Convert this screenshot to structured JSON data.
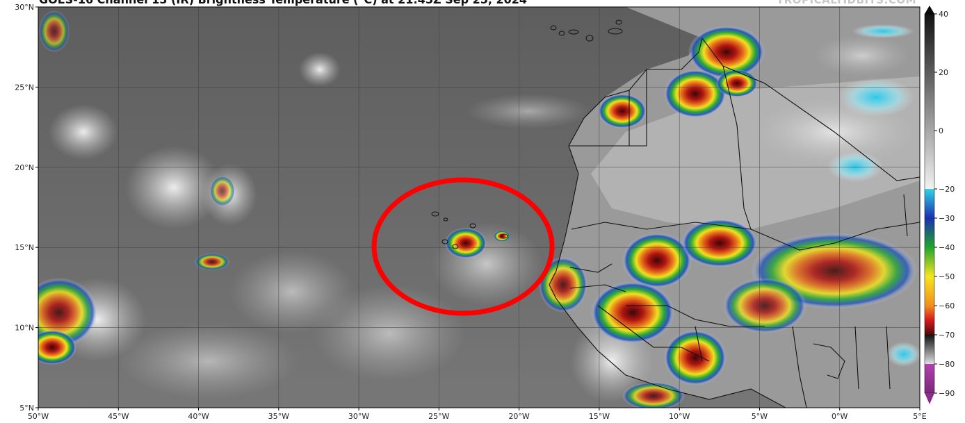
{
  "title": "GOES-16 Channel 13 (IR) Brightness Temperature (°C) at 21:45Z Sep 25, 2024",
  "watermark": "TROPICALTIDBITS.COM",
  "lat_labels": [
    {
      "value": 30,
      "text": "30°N"
    },
    {
      "value": 25,
      "text": "25°N"
    },
    {
      "value": 20,
      "text": "20°N"
    },
    {
      "value": 15,
      "text": "15°N"
    },
    {
      "value": 10,
      "text": "10°N"
    },
    {
      "value": 5,
      "text": "5°N"
    }
  ],
  "lon_labels": [
    {
      "value": -50,
      "text": "50°W"
    },
    {
      "value": -45,
      "text": "45°W"
    },
    {
      "value": -40,
      "text": "40°W"
    },
    {
      "value": -35,
      "text": "35°W"
    },
    {
      "value": -30,
      "text": "30°W"
    },
    {
      "value": -25,
      "text": "25°W"
    },
    {
      "value": -20,
      "text": "20°W"
    },
    {
      "value": -15,
      "text": "15°W"
    },
    {
      "value": -10,
      "text": "10°W"
    },
    {
      "value": -5,
      "text": "5°W"
    },
    {
      "value": 0,
      "text": "0°W"
    },
    {
      "value": 5,
      "text": "5°E"
    }
  ],
  "colorbar": {
    "ticks": [
      {
        "value": 40,
        "text": "40"
      },
      {
        "value": 20,
        "text": "20"
      },
      {
        "value": 0,
        "text": "0"
      },
      {
        "value": -20,
        "text": "−20"
      },
      {
        "value": -30,
        "text": "−30"
      },
      {
        "value": -40,
        "text": "−40"
      },
      {
        "value": -50,
        "text": "−50"
      },
      {
        "value": -60,
        "text": "−60"
      },
      {
        "value": -70,
        "text": "−70"
      },
      {
        "value": -80,
        "text": "−80"
      },
      {
        "value": -90,
        "text": "−90"
      }
    ],
    "colors": {
      "gray_warm": "#111111",
      "gray_cold": "#f2f2f2",
      "cyan": "#2fd3e8",
      "blue": "#1c2fb0",
      "green": "#1fa52c",
      "yellow": "#f4e61f",
      "orange": "#f28f1c",
      "red": "#d7191c",
      "darkred": "#4a0b08",
      "magenta": "#b43fb0"
    }
  },
  "highlight": {
    "shape": "ellipse",
    "color": "#ff0000",
    "center_lon": -24.5,
    "center_lat": 14.4,
    "note_color": "red"
  }
}
